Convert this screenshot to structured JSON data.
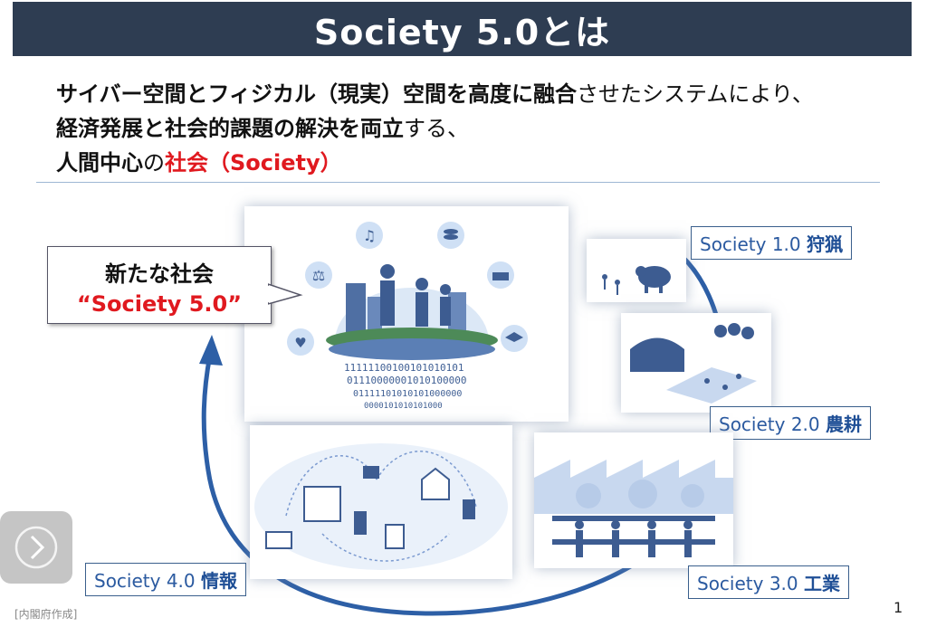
{
  "title": "Society 5.0とは",
  "lead": {
    "line1_bold": "サイバー空間とフィジカル（現実）空間を高度に融合",
    "line1_light": "させたシステムにより、",
    "line2_bold": "経済発展と社会的課題の解決を両立",
    "line2_light": "する、",
    "line3_bold": "人間中心",
    "line3_light": "の",
    "line3_red": "社会（Society）"
  },
  "new_society": {
    "line1": "新たな社会",
    "line2": "“Society 5.0”"
  },
  "stages": [
    {
      "label": "Society 1.0",
      "name": "狩猟"
    },
    {
      "label": "Society 2.0",
      "name": "農耕"
    },
    {
      "label": "Society 3.0",
      "name": "工業"
    },
    {
      "label": "Society 4.0",
      "name": "情報"
    }
  ],
  "binary_lines": [
    "11111100100101010101",
    "01110000001010100000",
    "01111101010101000000",
    "0000101010101000"
  ],
  "credit": "[内閣府作成]",
  "page_number": "1",
  "colors": {
    "title_bg": "#2e3d52",
    "accent_red": "#e0191f",
    "accent_blue": "#2b5aa0",
    "illustration": "#4f6fa3"
  },
  "icons": [
    "music-icon",
    "coins-icon",
    "scales-icon",
    "factory-icon",
    "heart-icon",
    "graduation-cap-icon",
    "chevron-right-icon"
  ]
}
